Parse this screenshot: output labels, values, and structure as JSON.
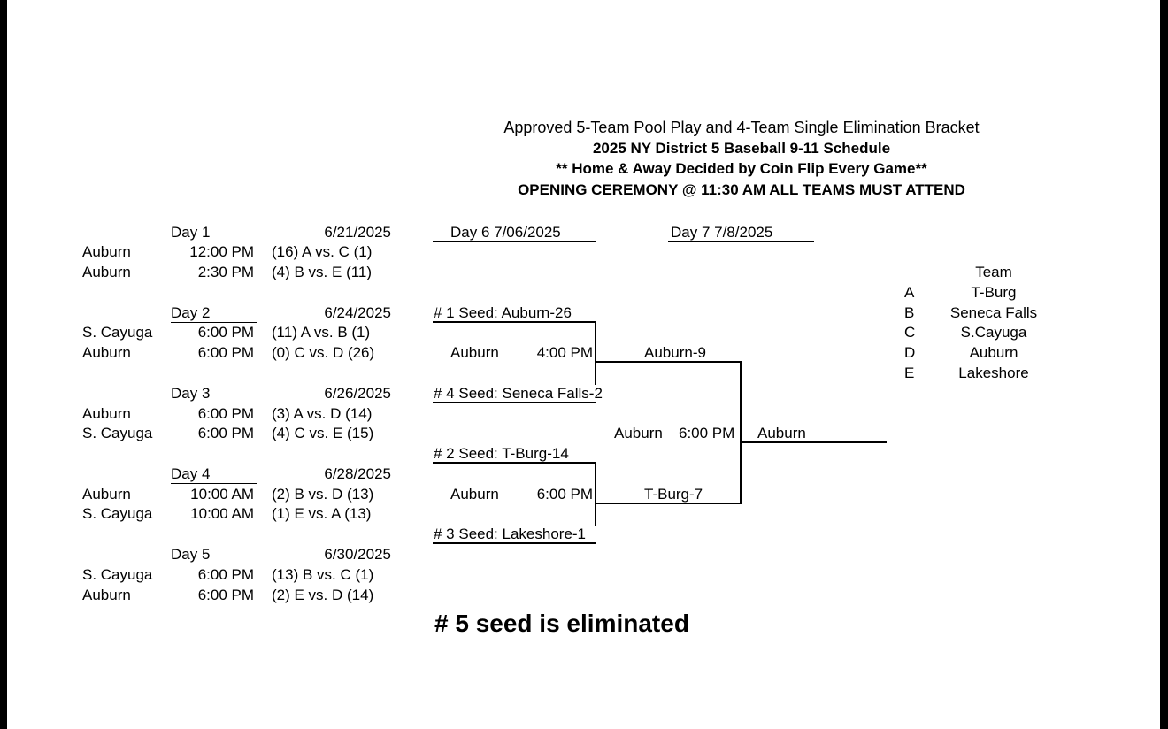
{
  "header": {
    "title": "Approved 5-Team Pool Play and 4-Team Single Elimination Bracket",
    "subtitle": "2025 NY District 5 Baseball 9-11 Schedule",
    "coin_flip": "** Home & Away Decided by Coin Flip Every Game**",
    "ceremony": "OPENING CEREMONY @ 11:30 AM ALL TEAMS MUST ATTEND"
  },
  "days": [
    {
      "label": "Day 1",
      "date": "6/21/2025",
      "games": [
        {
          "venue": "Auburn",
          "time": "12:00 PM",
          "matchup": "(16) A vs. C (1)"
        },
        {
          "venue": "Auburn",
          "time": "2:30 PM",
          "matchup": "(4) B vs. E (11)"
        }
      ]
    },
    {
      "label": "Day 2",
      "date": "6/24/2025",
      "games": [
        {
          "venue": "S. Cayuga",
          "time": "6:00 PM",
          "matchup": "(11) A vs. B (1)"
        },
        {
          "venue": "Auburn",
          "time": "6:00 PM",
          "matchup": "(0) C vs. D (26)"
        }
      ]
    },
    {
      "label": "Day 3",
      "date": "6/26/2025",
      "games": [
        {
          "venue": "Auburn",
          "time": "6:00 PM",
          "matchup": "(3) A vs. D (14)"
        },
        {
          "venue": "S. Cayuga",
          "time": "6:00 PM",
          "matchup": "(4) C vs. E (15)"
        }
      ]
    },
    {
      "label": "Day 4",
      "date": "6/28/2025",
      "games": [
        {
          "venue": "Auburn",
          "time": "10:00 AM",
          "matchup": "(2) B vs. D (13)"
        },
        {
          "venue": "S. Cayuga",
          "time": "10:00 AM",
          "matchup": "(1) E vs. A (13)"
        }
      ]
    },
    {
      "label": "Day 5",
      "date": "6/30/2025",
      "games": [
        {
          "venue": "S. Cayuga",
          "time": "6:00 PM",
          "matchup": "(13) B vs. C (1)"
        },
        {
          "venue": "Auburn",
          "time": "6:00 PM",
          "matchup": "(2) E vs. D (14)"
        }
      ]
    }
  ],
  "bracket": {
    "day6": "Day 6   7/06/2025",
    "day7": "Day 7  7/8/2025",
    "seed1": "# 1 Seed: Auburn-26",
    "seed4": "# 4 Seed: Seneca Falls-2",
    "seed2": "# 2 Seed: T-Burg-14",
    "seed3": "# 3 Seed: Lakeshore-1",
    "semi1_venue": "Auburn",
    "semi1_time": "4:00 PM",
    "semi2_venue": "Auburn",
    "semi2_time": "6:00 PM",
    "winner1": "Auburn-9",
    "winner2": "T-Burg-7",
    "final_venue": "Auburn",
    "final_time": "6:00 PM",
    "champion": "Auburn",
    "eliminated": "# 5 seed is eliminated"
  },
  "teams": {
    "header": "Team",
    "list": [
      {
        "letter": "A",
        "name": "T-Burg"
      },
      {
        "letter": "B",
        "name": "Seneca Falls"
      },
      {
        "letter": "C",
        "name": "S.Cayuga"
      },
      {
        "letter": "D",
        "name": "Auburn"
      },
      {
        "letter": "E",
        "name": "Lakeshore"
      }
    ]
  }
}
